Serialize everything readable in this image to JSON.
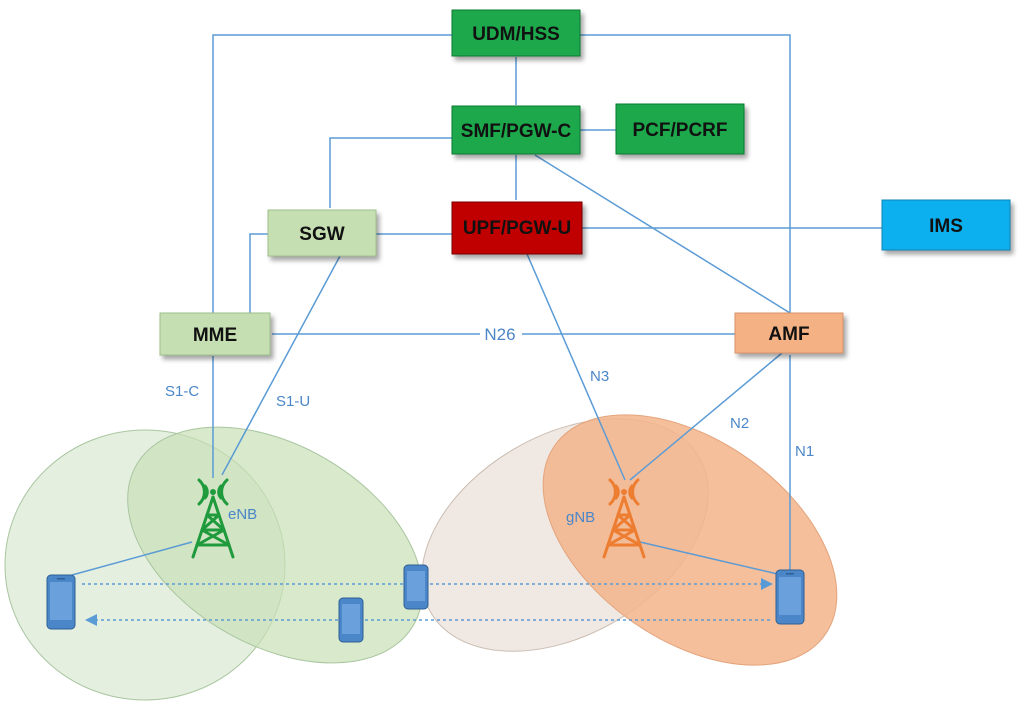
{
  "nodes": {
    "udm": "UDM/HSS",
    "smf": "SMF/PGW-C",
    "pcf": "PCF/PCRF",
    "sgw": "SGW",
    "upf": "UPF/PGW-U",
    "ims": "IMS",
    "mme": "MME",
    "amf": "AMF"
  },
  "interfaces": {
    "n26": "N26",
    "s1c": "S1-C",
    "s1u": "S1-U",
    "n3": "N3",
    "n2": "N2",
    "n1": "N1"
  },
  "stations": {
    "enb": "eNB",
    "gnb": "gNB"
  },
  "colors": {
    "core_green": "#1aa84b",
    "upf_red": "#c00000",
    "ims_blue": "#0eb0ef",
    "lte_light_green": "#c6dfb2",
    "amf_orange": "#f4b183",
    "line_blue": "#5b9bd5",
    "enb_tower": "#1f9a3c",
    "gnb_tower": "#ed7d31"
  }
}
